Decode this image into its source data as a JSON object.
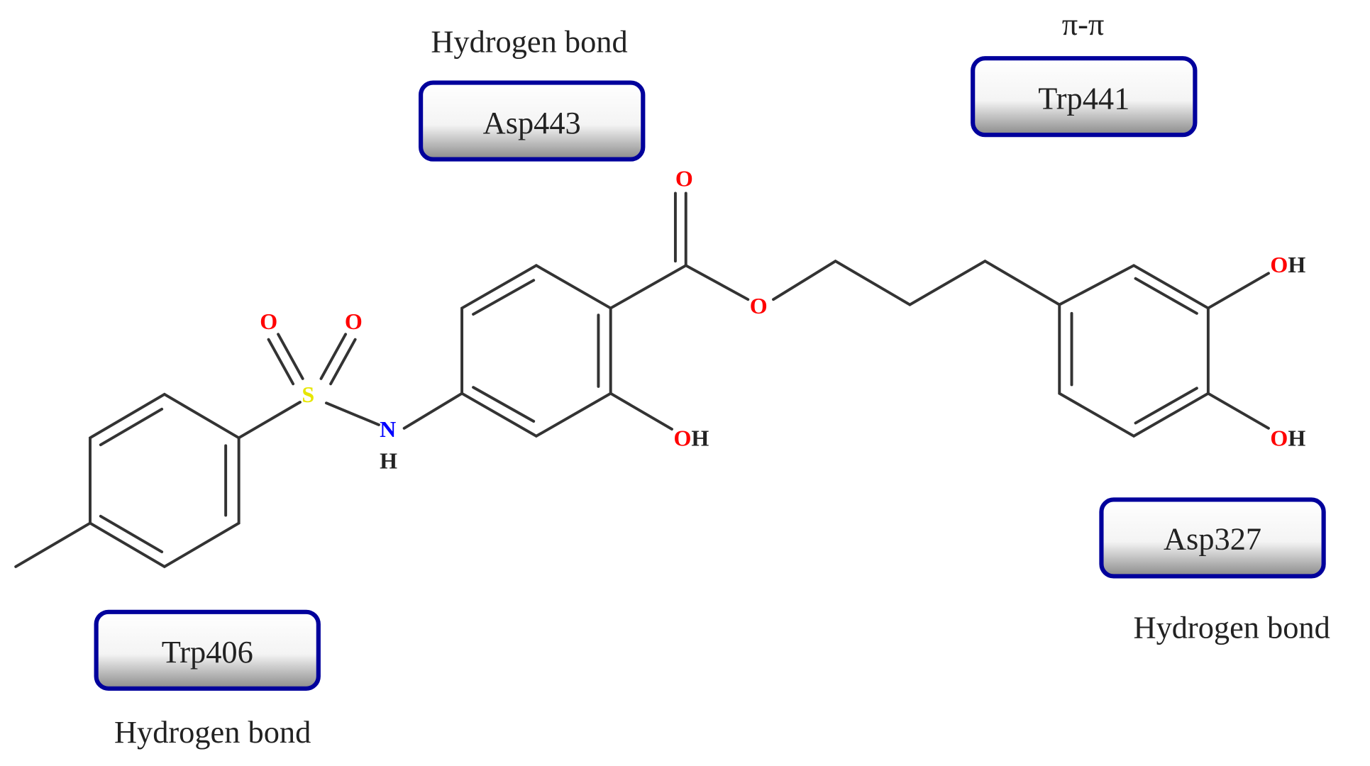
{
  "diagram": {
    "type": "ligand-residue interaction diagram",
    "colors": {
      "bond": "#333333",
      "oxygen": "#ff0000",
      "nitrogen": "#0000ff",
      "sulfur": "#e6e600",
      "hydrogen": "#222222",
      "residue_border": "#00009c"
    },
    "atoms": {
      "o_sulfonyl_left": "O",
      "o_sulfonyl_right": "O",
      "sulfur": "S",
      "nitrogen": "N",
      "nh_hydrogen": "H",
      "o_carbonyl": "O",
      "o_ester": "O",
      "oh_ring2": "OH",
      "oh_catechol_top": "OH",
      "oh_catechol_bottom": "OH"
    },
    "residues": [
      {
        "name": "Asp443",
        "interaction": "Hydrogen bond"
      },
      {
        "name": "Trp441",
        "interaction": "π-π"
      },
      {
        "name": "Asp327",
        "interaction": "Hydrogen bond"
      },
      {
        "name": "Trp406",
        "interaction": "Hydrogen bond"
      }
    ]
  }
}
